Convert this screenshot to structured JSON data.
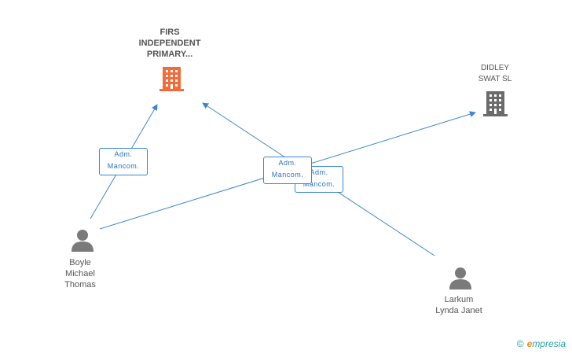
{
  "companies": [
    {
      "id": "firs",
      "lines": [
        "FIRS",
        "INDEPENDENT",
        "PRIMARY..."
      ],
      "icon": "building-icon",
      "color": "#f26b3a"
    },
    {
      "id": "didley",
      "lines": [
        "DIDLEY",
        "SWAT SL"
      ],
      "icon": "building-icon",
      "color": "#6b6b6b"
    }
  ],
  "people": [
    {
      "id": "boyle",
      "lines": [
        "Boyle",
        "Michael",
        "Thomas"
      ],
      "icon": "person-icon"
    },
    {
      "id": "larkum",
      "lines": [
        "Larkum",
        "Lynda Janet"
      ],
      "icon": "person-icon"
    }
  ],
  "edge_labels": [
    {
      "id": "boyle-firs",
      "lines": [
        "Adm.",
        "Mancom."
      ]
    },
    {
      "id": "larkum-didley",
      "lines": [
        "Adm.",
        "Mancom."
      ]
    },
    {
      "id": "boyle-didley",
      "lines": [
        "Adm.",
        "Mancom."
      ]
    }
  ],
  "colors": {
    "edge": "#3b86cf",
    "person": "#7a7a7a"
  },
  "brand": {
    "copyright": "©",
    "first_letter": "e",
    "name": "mpresia"
  }
}
